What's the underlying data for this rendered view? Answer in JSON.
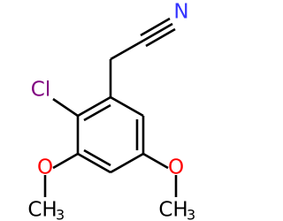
{
  "molecule": {
    "atoms": {
      "nitrogen": "N",
      "chlorine": "Cl",
      "oxygen_left": "O",
      "oxygen_right": "O",
      "methyl_left_main": "CH",
      "methyl_left_sub": "3",
      "methyl_right_main": "CH",
      "methyl_right_sub": "3"
    },
    "colors": {
      "bond": "#000000",
      "nitrogen": "#3333ff",
      "chlorine": "#800080",
      "oxygen": "#ff0000",
      "carbon": "#000000"
    }
  }
}
